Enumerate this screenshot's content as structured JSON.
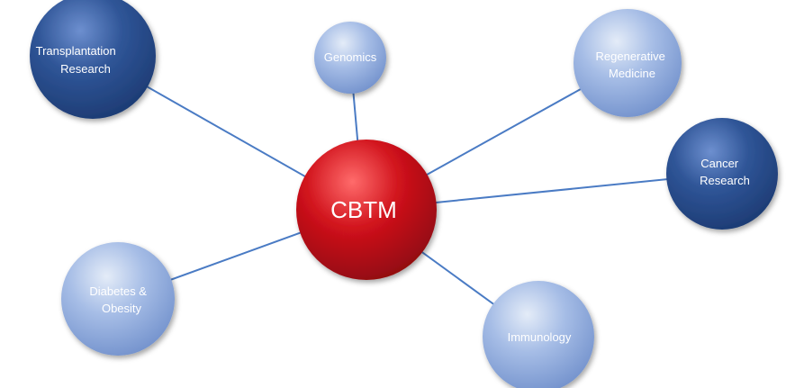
{
  "center": {
    "label": "CBTM",
    "color": "#d0121b"
  },
  "nodes": [
    {
      "id": "transplantation",
      "lines": [
        "Transplantation",
        "Research"
      ],
      "shade": "dark"
    },
    {
      "id": "genomics",
      "lines": [
        "Genomics"
      ],
      "shade": "light"
    },
    {
      "id": "regenerative",
      "lines": [
        "Regenerative",
        "Medicine"
      ],
      "shade": "light"
    },
    {
      "id": "cancer",
      "lines": [
        "Cancer",
        "Research"
      ],
      "shade": "dark"
    },
    {
      "id": "immunology",
      "lines": [
        "Immunology"
      ],
      "shade": "light"
    },
    {
      "id": "diabetes",
      "lines": [
        "Diabetes &",
        "Obesity"
      ],
      "shade": "light"
    }
  ],
  "colors": {
    "dark_node": "#2f5597",
    "light_node": "#8faadc",
    "connector": "#4a7bc4"
  }
}
